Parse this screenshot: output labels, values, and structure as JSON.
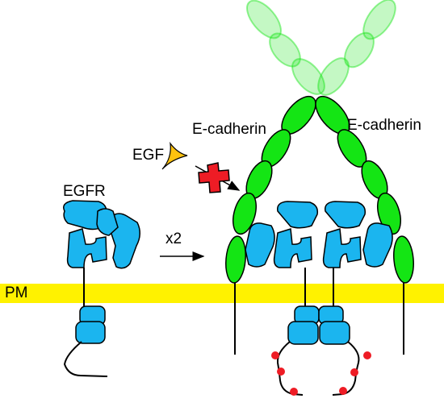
{
  "labels": {
    "egfr": "EGFR",
    "egf": "EGF",
    "ecad_left": "E-cadherin",
    "ecad_right": "E-cadherin",
    "dimer_arrow": "x2",
    "membrane": "PM"
  },
  "colors": {
    "egfr_domain": "#1BB5EF",
    "ecadherin": "#14E514",
    "membrane": "#FFF200",
    "egf_ligand": "#FFC20E",
    "inhibit_cross": "#EE1C25",
    "phospho_site": "#EE1C25",
    "outline": "#000000"
  },
  "icons": {
    "egf_ligand": "ligand-wedge-icon",
    "block": "red-cross-icon",
    "phospho": "red-dot-icon"
  }
}
